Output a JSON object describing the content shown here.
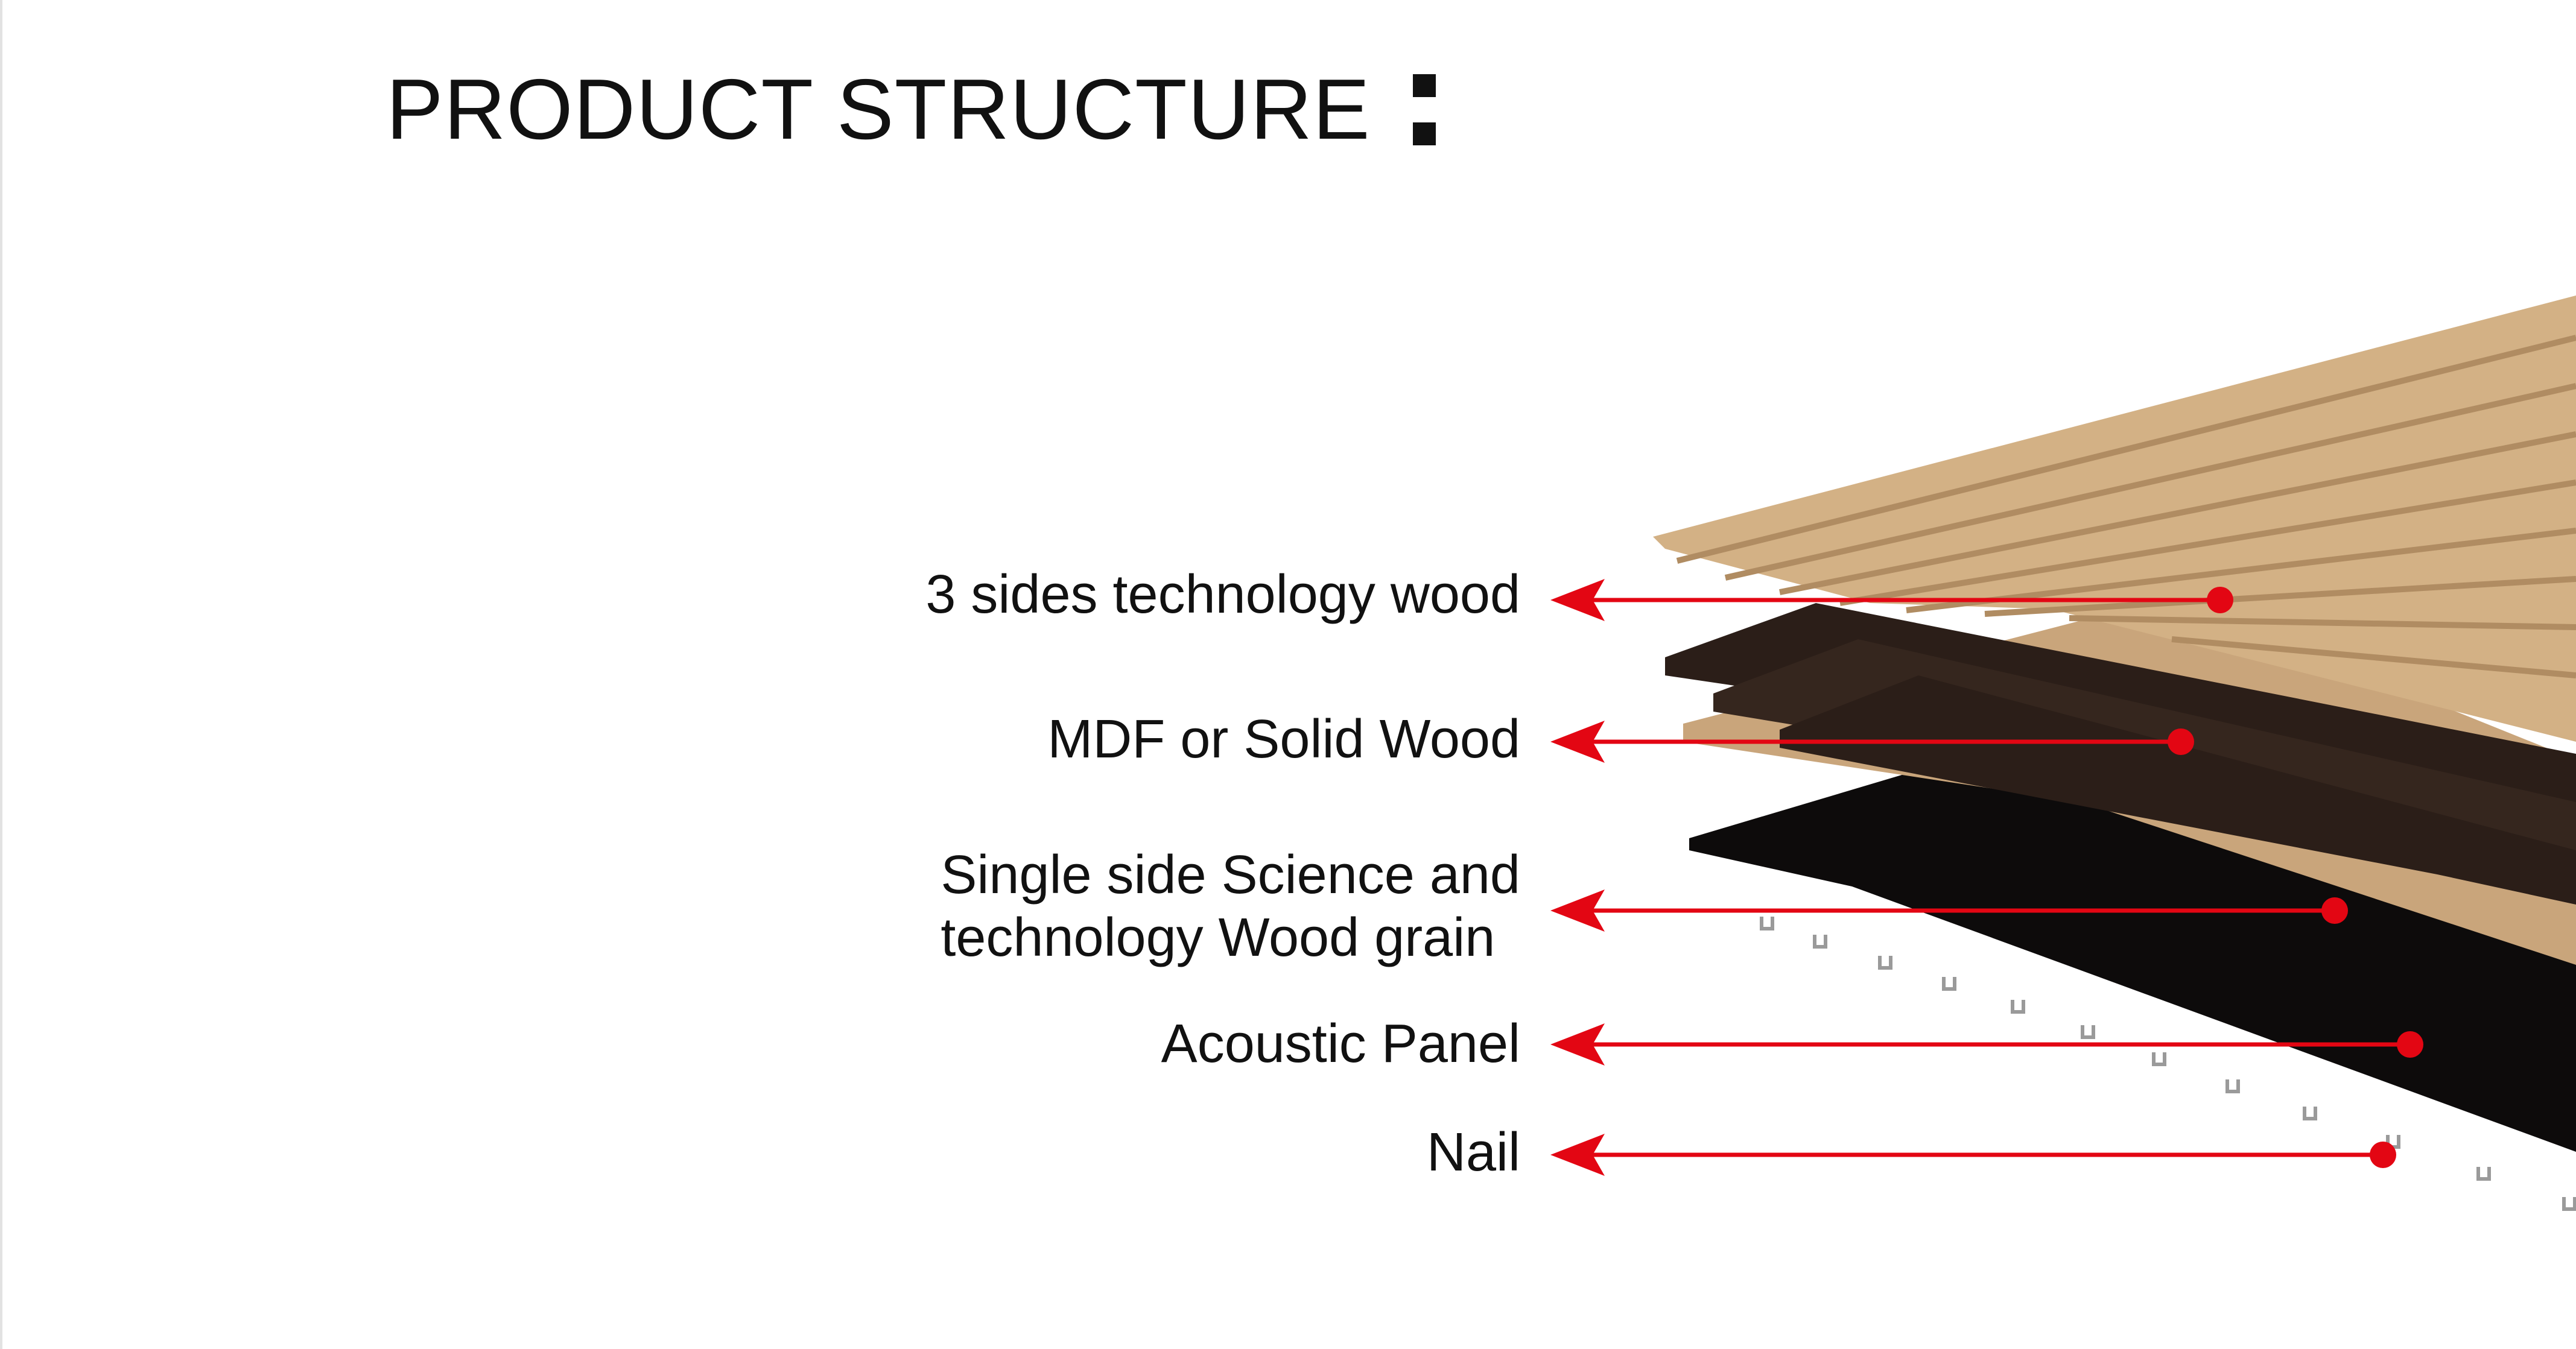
{
  "title": "PRODUCT STRUCTURE",
  "accent_color": "#e30613",
  "layers": [
    {
      "id": "wood-skin",
      "label": "3 sides technology wood",
      "color": "#d4b286"
    },
    {
      "id": "core",
      "label": "MDF or Solid Wood",
      "color": "#2a1d17"
    },
    {
      "id": "veneer",
      "label": "Single side Science and technology Wood grain",
      "lines": [
        "Single side Science and",
        "technology Wood grain"
      ],
      "color": "#c8a47a"
    },
    {
      "id": "acoustic",
      "label": "Acoustic Panel",
      "color": "#0c0a0a"
    },
    {
      "id": "nail",
      "label": "Nail",
      "color": "#9a9a9a"
    }
  ]
}
